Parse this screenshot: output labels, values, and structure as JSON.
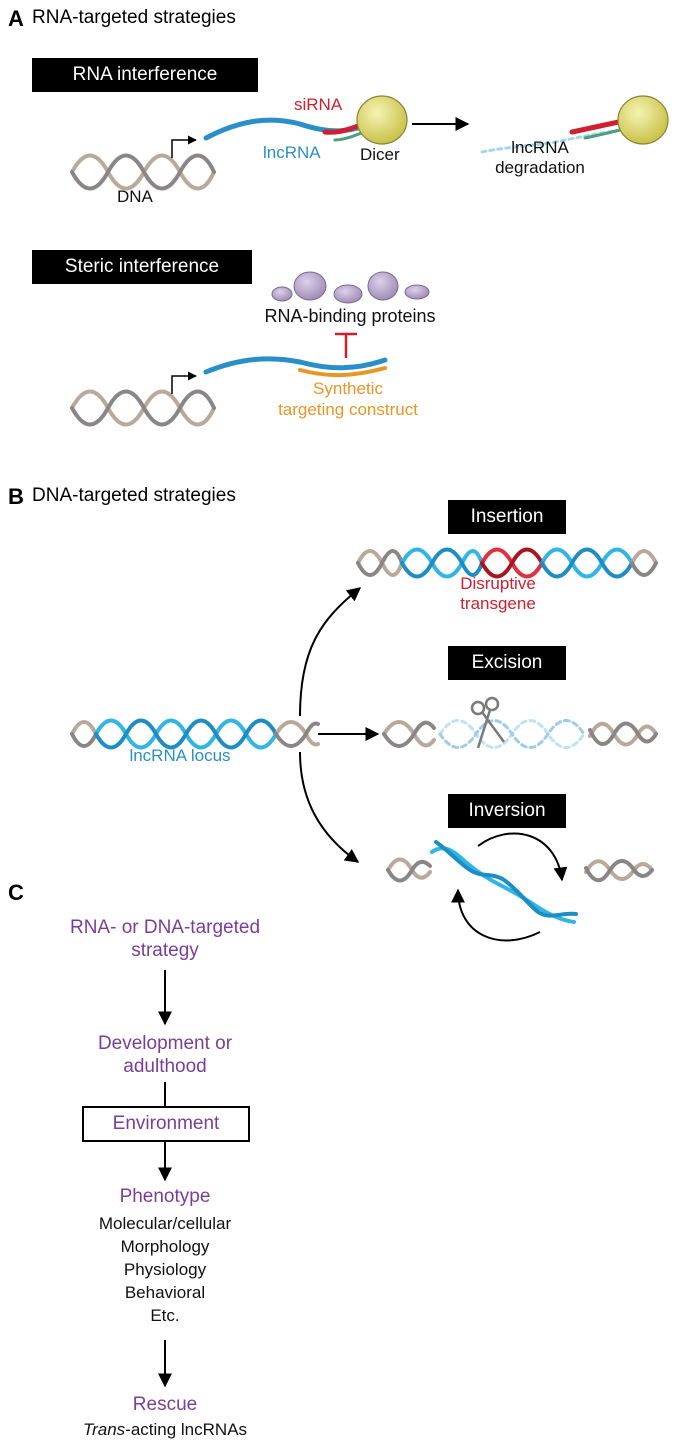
{
  "panel_a": {
    "letter": "A",
    "title": "RNA-targeted strategies",
    "rnai": {
      "label": "RNA interference",
      "sirna": "siRNA",
      "lncrna": "lncRNA",
      "dicer": "Dicer",
      "dna": "DNA",
      "degradation_line1": "lncRNA",
      "degradation_line2": "degradation"
    },
    "steric": {
      "label": "Steric interference",
      "proteins": "RNA-binding proteins",
      "construct_line1": "Synthetic",
      "construct_line2": "targeting construct"
    }
  },
  "panel_b": {
    "letter": "B",
    "title": "DNA-targeted strategies",
    "locus": "lncRNA locus",
    "insertion": {
      "label": "Insertion",
      "transgene_line1": "Disruptive",
      "transgene_line2": "transgene"
    },
    "excision": {
      "label": "Excision"
    },
    "inversion": {
      "label": "Inversion"
    }
  },
  "panel_c": {
    "letter": "C",
    "step1_line1": "RNA- or DNA-targeted",
    "step1_line2": "strategy",
    "step2_line1": "Development or",
    "step2_line2": "adulthood",
    "environment": "Environment",
    "phenotype": "Phenotype",
    "phenotype_items": [
      "Molecular/cellular",
      "Morphology",
      "Physiology",
      "Behavioral",
      "Etc."
    ],
    "rescue": "Rescue",
    "rescue_sub_italic": "Trans",
    "rescue_sub_rest": "-acting lncRNAs"
  },
  "colors": {
    "lncrna_blue": "#2a8fc8",
    "sirna_red": "#d0202e",
    "construct_orange": "#e89624",
    "protein_purple": "#b7a6c9",
    "text_purple": "#7a3e9a",
    "dicer_yellow": "#e6e07a",
    "dna_tan": "#b9a99a",
    "dna_gray": "#8a8686"
  }
}
